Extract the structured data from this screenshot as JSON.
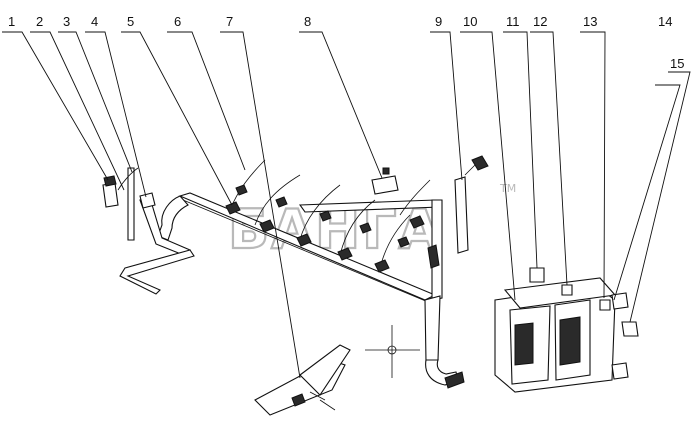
{
  "diagram": {
    "callouts": [
      {
        "id": 1,
        "label": "1"
      },
      {
        "id": 2,
        "label": "2"
      },
      {
        "id": 3,
        "label": "3"
      },
      {
        "id": 4,
        "label": "4"
      },
      {
        "id": 5,
        "label": "5"
      },
      {
        "id": 6,
        "label": "6"
      },
      {
        "id": 7,
        "label": "7"
      },
      {
        "id": 8,
        "label": "8"
      },
      {
        "id": 9,
        "label": "9"
      },
      {
        "id": 10,
        "label": "10"
      },
      {
        "id": 11,
        "label": "11"
      },
      {
        "id": 12,
        "label": "12"
      },
      {
        "id": 13,
        "label": "13"
      },
      {
        "id": 14,
        "label": "14"
      },
      {
        "id": 15,
        "label": "15"
      }
    ],
    "watermark": {
      "text": "БАНГА",
      "mark": "TM"
    }
  }
}
